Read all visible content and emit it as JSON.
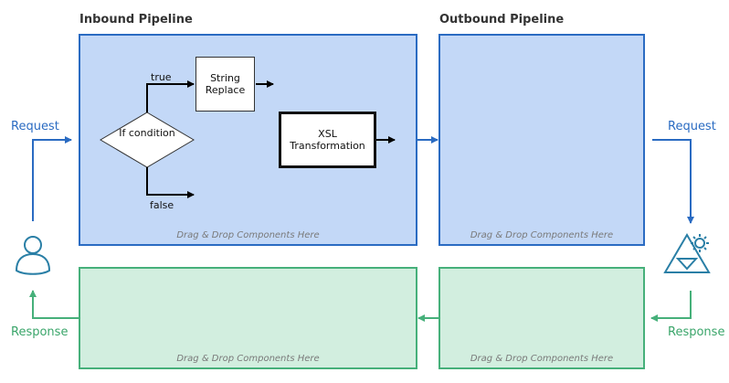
{
  "sections": {
    "inbound_title": "Inbound Pipeline",
    "outbound_title": "Outbound Pipeline"
  },
  "drop_hint": "Drag & Drop Components Here",
  "labels": {
    "request_left": "Request",
    "request_right": "Request",
    "response_left": "Response",
    "response_right": "Response"
  },
  "components": {
    "condition": "If condition",
    "true_label": "true",
    "false_label": "false",
    "string_replace": "String Replace",
    "xsl_transformation": "XSL Transformation"
  },
  "icons": {
    "user": "user-icon",
    "service": "service-gear-icon"
  },
  "colors": {
    "request_blue": "#2a6bc2",
    "response_green": "#46b07a",
    "pipeline_fill_blue": "#c3d8f7",
    "pipeline_fill_green": "#d2eedf"
  }
}
